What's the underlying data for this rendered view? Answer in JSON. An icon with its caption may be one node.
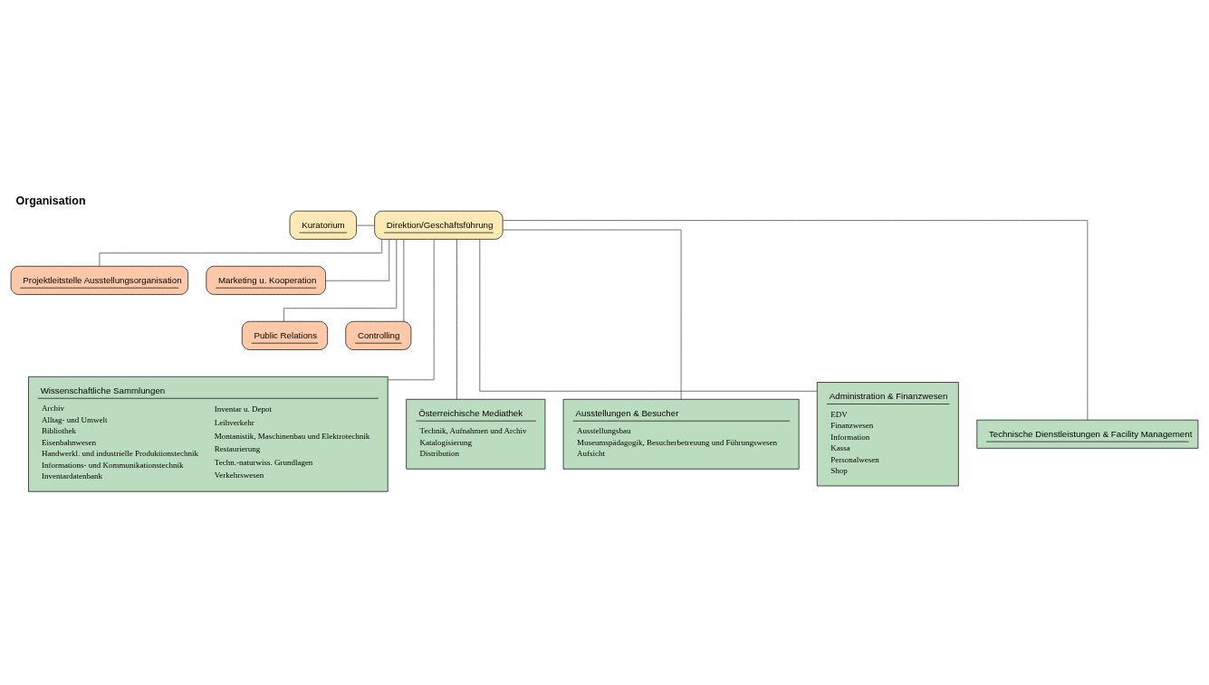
{
  "diagram": {
    "title": "Organisation",
    "nodes": [
      {
        "text": [
          "Kuratorium"
        ]
      },
      {
        "text": [
          "Direktion/Geschäftsführung"
        ]
      },
      {
        "text": [
          "Projektleitstelle Ausstellungsorganisation"
        ]
      },
      {
        "text": [
          "Marketing u. Kooperation"
        ]
      },
      {
        "text": [
          "Public Relations"
        ]
      },
      {
        "text": [
          "Controlling"
        ]
      },
      {
        "text": [
          "Wissenschaftliche Sammlungen",
          "Archiv",
          "Alltag- und Umwelt",
          "Bibliothek",
          "Eisenbahnwesen",
          "Handwerkl. und industrielle Produktionstechnik",
          "Informations- und Kommunikationstechnik",
          "Inventardatenbank",
          "Inventar u. Depot",
          "Leihverkehr",
          "Montanistik, Maschinenbau und Elektrotechnik",
          "Restaurierung",
          "Techn.-naturwiss. Grundlagen",
          "Verkehrswesen"
        ]
      },
      {
        "text": [
          "Österreichische Mediathek",
          "Technik, Aufnahmen und Archiv",
          "Katalogisierung",
          "Distribution"
        ]
      },
      {
        "text": [
          "Ausstellungen & Besucher",
          "Ausstellungsbau",
          "Museumspädagogik, Besucherbetreuung und Führungswesen",
          "Aufsicht"
        ]
      },
      {
        "text": [
          "Administration & Finanzwesen",
          "EDV",
          "Finanzwesen",
          "Information",
          "Kassa",
          "Personalwesen",
          "Shop"
        ]
      },
      {
        "text": [
          "Technische Dienstleistungen & Facility Management"
        ]
      }
    ],
    "edges": [
      {
        "from": 0,
        "to": 1,
        "arrow": "none"
      },
      {
        "from": 1,
        "to": 2,
        "arrow": "none"
      },
      {
        "from": 1,
        "to": 3,
        "arrow": "none"
      },
      {
        "from": 1,
        "to": 4,
        "arrow": "none"
      },
      {
        "from": 1,
        "to": 5,
        "arrow": "none"
      },
      {
        "from": 1,
        "to": 6,
        "arrow": "none"
      },
      {
        "from": 1,
        "to": 7,
        "arrow": "none"
      },
      {
        "from": 1,
        "to": 8,
        "arrow": "none"
      },
      {
        "from": 1,
        "to": 9,
        "arrow": "none"
      },
      {
        "from": 1,
        "to": 10,
        "arrow": "none"
      }
    ]
  }
}
